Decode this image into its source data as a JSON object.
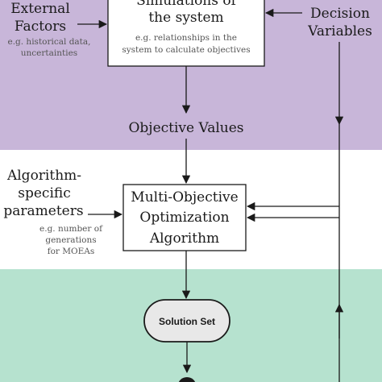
{
  "colors": {
    "top_band": "#c8b6d9",
    "bottom_band": "#b6e2cf",
    "box_fill": "#ffffff",
    "stroke": "#1a1a1a",
    "text_dark": "#1a1a1a",
    "text_gray": "#555555",
    "pill_fill": "#e8e8e8"
  },
  "external_factors": {
    "title_line1": "External",
    "title_line2": "Factors",
    "note_line1": "e.g. historical data,",
    "note_line2": "uncertainties"
  },
  "simulation_box": {
    "title_line1": "Simulations of",
    "title_line2": "the system",
    "note_line1": "e.g. relationships in the",
    "note_line2": "system to calculate objectives"
  },
  "decision_variables": {
    "line1": "Decision",
    "line2": "Variables"
  },
  "objective_values": {
    "label": "Objective Values"
  },
  "algorithm_params": {
    "title_line1": "Algorithm-",
    "title_line2": "specific",
    "title_line3": "parameters",
    "note_line1": "e.g. number of",
    "note_line2": "generations",
    "note_line3": "for MOEAs"
  },
  "moo_box": {
    "line1": "Multi-Objective",
    "line2": "Optimization",
    "line3": "Algorithm"
  },
  "solution_set": {
    "label": "Solution Set"
  }
}
